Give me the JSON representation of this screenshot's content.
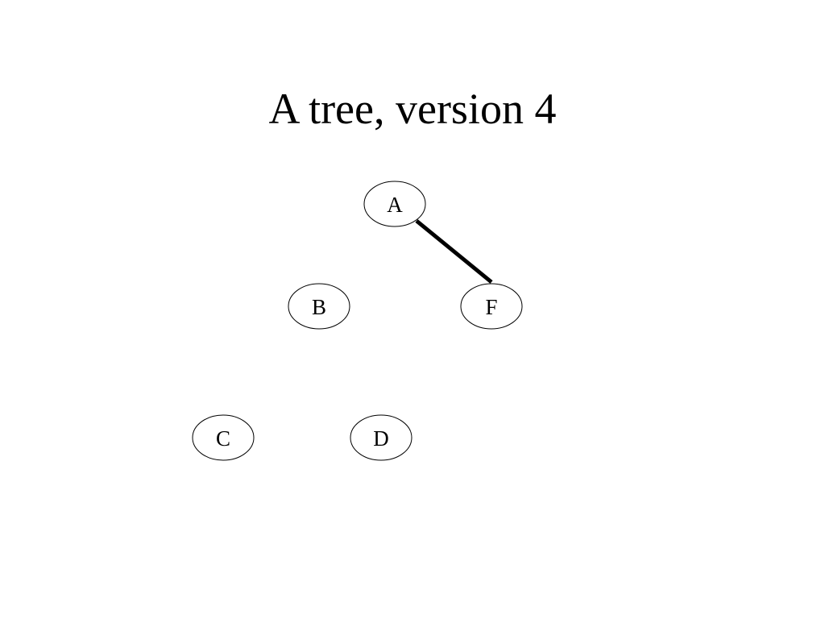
{
  "title": "A tree, version 4",
  "nodes": [
    {
      "id": "A",
      "label": "A"
    },
    {
      "id": "B",
      "label": "B"
    },
    {
      "id": "F",
      "label": "F"
    },
    {
      "id": "C",
      "label": "C"
    },
    {
      "id": "D",
      "label": "D"
    }
  ],
  "edges": [
    {
      "from": "A",
      "to": "F"
    }
  ]
}
